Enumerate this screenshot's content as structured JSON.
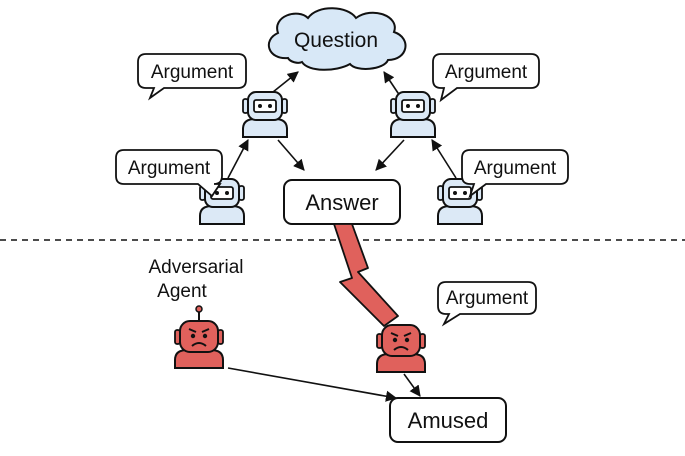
{
  "labels": {
    "question": "Question",
    "answer": "Answer",
    "amused": "Amused",
    "adversarial_line1": "Adversarial",
    "adversarial_line2": "Agent"
  },
  "bubbles": [
    "Argument",
    "Argument",
    "Argument",
    "Argument",
    "Argument"
  ],
  "colors": {
    "cooperative_fill": "#dce9f6",
    "cloud_fill": "#d8e8f7",
    "adversarial_fill": "#e0615c",
    "attack_fill": "#e0615c",
    "outline": "#111111"
  },
  "icons": {
    "agent": "robot-icon",
    "attack": "lightning-bolt-icon"
  }
}
